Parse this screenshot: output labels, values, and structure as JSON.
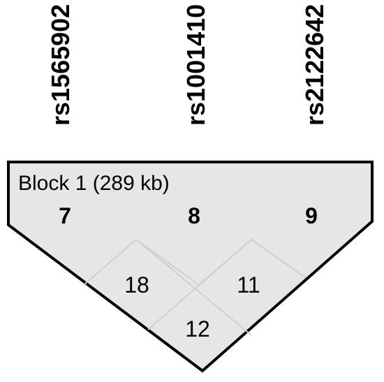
{
  "snps": [
    {
      "name": "rs1565902",
      "index": "7"
    },
    {
      "name": "rs1001410",
      "index": "8"
    },
    {
      "name": "rs2122642",
      "index": "9"
    }
  ],
  "block": {
    "label": "Block 1 (289 kb)"
  },
  "ld_cells": [
    {
      "pair": [
        "7",
        "8"
      ],
      "value": "18"
    },
    {
      "pair": [
        "8",
        "9"
      ],
      "value": "11"
    },
    {
      "pair": [
        "7",
        "9"
      ],
      "value": "12"
    }
  ],
  "colors": {
    "block_fill": "#e6e6e6",
    "block_outline": "#000000",
    "cell_lines": "#cfcfcf",
    "text": "#000000"
  }
}
